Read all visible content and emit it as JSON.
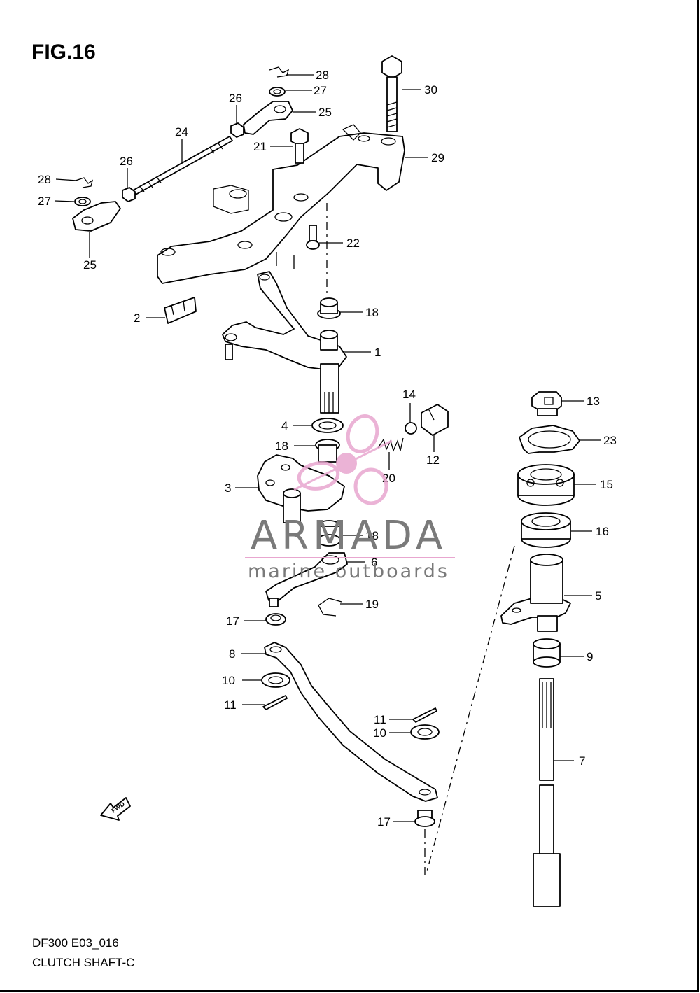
{
  "figure_title": "FIG.16",
  "model_code": "DF300 E03_016",
  "section_title": "CLUTCH SHAFT-C",
  "watermark": {
    "brand": "ARMADA",
    "tagline": "marine outboards",
    "accent_color": "#e8a6cf",
    "text_color": "#7a7a7a"
  },
  "fwd_arrow_label": "FWD",
  "callouts": {
    "c1": "1",
    "c2": "2",
    "c3": "3",
    "c4": "4",
    "c5": "5",
    "c6": "6",
    "c7": "7",
    "c8": "8",
    "c9": "9",
    "c10a": "10",
    "c10b": "10",
    "c11a": "11",
    "c11b": "11",
    "c12": "12",
    "c13": "13",
    "c14": "14",
    "c15": "15",
    "c16": "16",
    "c17a": "17",
    "c17b": "17",
    "c18a": "18",
    "c18b": "18",
    "c18c": "18",
    "c19": "19",
    "c20": "20",
    "c21": "21",
    "c22": "22",
    "c23": "23",
    "c24": "24",
    "c25a": "25",
    "c25b": "25",
    "c26a": "26",
    "c26b": "26",
    "c27a": "27",
    "c27b": "27",
    "c28a": "28",
    "c28b": "28",
    "c29": "29",
    "c30": "30"
  }
}
